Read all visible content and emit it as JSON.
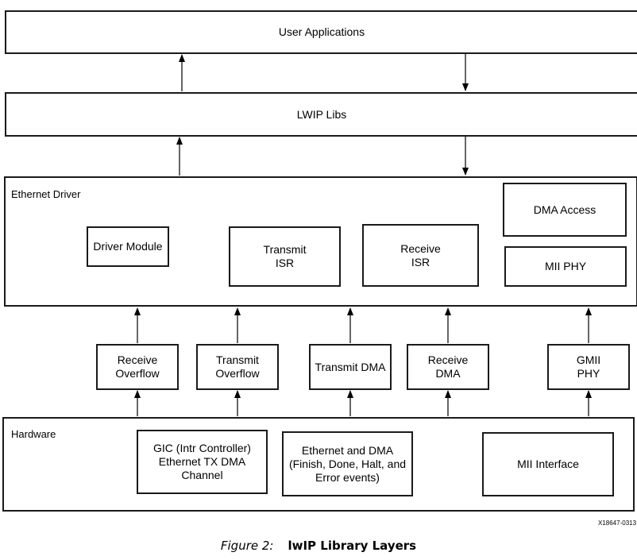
{
  "layers": {
    "user_applications": "User Applications",
    "lwip_libs": "LWIP Libs",
    "ethernet_driver": "Ethernet Driver",
    "hardware": "Hardware"
  },
  "driver_blocks": {
    "driver_module": "Driver Module",
    "transmit_isr": [
      "Transmit",
      "ISR"
    ],
    "receive_isr": [
      "Receive",
      "ISR"
    ],
    "dma_access": "DMA Access",
    "mii_phy": "MII PHY"
  },
  "middle_blocks": {
    "receive_overflow": [
      "Receive",
      "Overflow"
    ],
    "transmit_overflow": [
      "Transmit",
      "Overflow"
    ],
    "transmit_dma": "Transmit DMA",
    "receive_dma": [
      "Receive",
      "DMA"
    ],
    "gmii_phy": [
      "GMII",
      "PHY"
    ]
  },
  "hardware_blocks": {
    "gic": [
      "GIC (Intr Controller)",
      "Ethernet TX DMA",
      "Channel"
    ],
    "ethernet_dma": [
      "Ethernet and DMA",
      "(Finish, Done, Halt, and",
      "Error events)"
    ],
    "mii_interface": "MII Interface"
  },
  "reference_id": "X18647-0313",
  "caption": {
    "figure_label": "Figure 2:",
    "title": "lwIP Library Layers"
  }
}
